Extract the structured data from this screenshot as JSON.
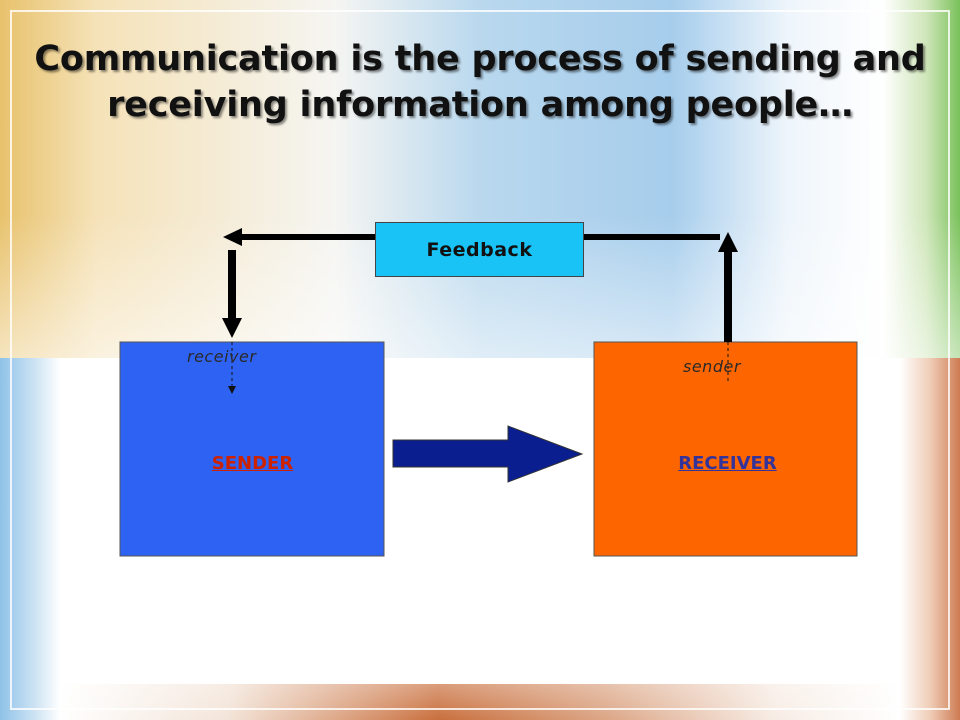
{
  "slide": {
    "title": "Communication is the  process of sending and receiving information among people…"
  },
  "diagram": {
    "feedback_label": "Feedback",
    "sender_box": {
      "label": "SENDER",
      "role_label": "receiver"
    },
    "receiver_box": {
      "label": "RECEIVER",
      "role_label": "sender"
    }
  },
  "colors": {
    "sender_fill": "#2e62f2",
    "receiver_fill": "#fd6500",
    "feedback_fill": "#19c3f5",
    "message_arrow": "#0a1e90",
    "sender_label": "#cc2200",
    "receiver_label": "#333399"
  }
}
